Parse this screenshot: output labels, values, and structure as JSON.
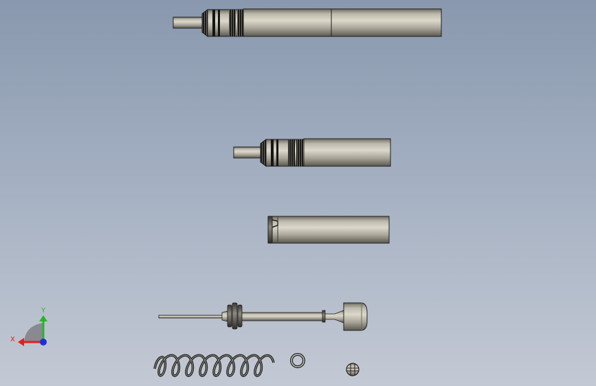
{
  "viewport": {
    "background_top": "#8998ae",
    "background_bottom": "#c3c9d4"
  },
  "parts": {
    "assembly": "assembled-pen",
    "upper_body": "upper-body-with-knurled-tip",
    "barrel": "barrel-sleeve",
    "plunger": "plunger-rod-with-cap",
    "spring": "compression-spring",
    "o_ring": "o-ring",
    "end_plug": "end-plug"
  },
  "colors": {
    "metal_light": "#d6d2c4",
    "metal_mid": "#9a968a",
    "metal_dark": "#4a4842",
    "knurl_black": "#151515",
    "outline": "#1e1e1e"
  },
  "triad": {
    "x_label": "X",
    "y_label": "Y",
    "x_color": "#e0201c",
    "y_color": "#27b526",
    "z_color": "#1c2fd8"
  }
}
